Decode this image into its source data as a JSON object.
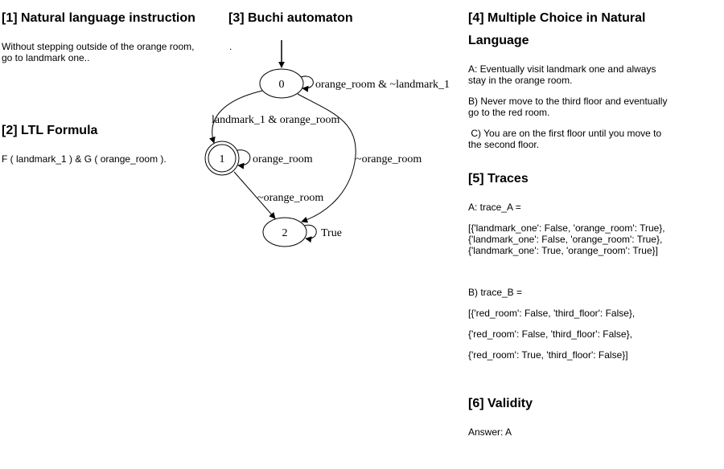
{
  "sections": {
    "instruction": {
      "title": "[1] Natural language instruction",
      "text": "Without stepping outside of the orange room, go to landmark one.."
    },
    "ltl": {
      "title": "[2] LTL Formula",
      "formula": "F ( landmark_1 ) & G ( orange_room )."
    },
    "buchi": {
      "title": "[3] Buchi automaton",
      "dot": ".",
      "states": [
        "0",
        "1",
        "2"
      ],
      "accepting_state": "1",
      "initial_state": "0",
      "transitions": {
        "s0_s0": "orange_room & ~landmark_1",
        "s0_s1": "landmark_1 & orange_room",
        "s1_s1": "orange_room",
        "s1_s2": "~orange_room",
        "s0_s2": "~orange_room",
        "s2_s2": "True"
      }
    },
    "choices": {
      "title_line1": "[4] Multiple Choice in Natural",
      "title_line2": "Language",
      "a": "A: Eventually visit landmark one and always stay in the orange room.",
      "b": "B) Never move to the third floor and eventually go to the red room.",
      "c": " C) You are on the first floor until you move to the second floor."
    },
    "traces": {
      "title": "[5] Traces",
      "a_label": "A: trace_A =",
      "a_line1": "[{'landmark_one': False, 'orange_room': True},",
      "a_line2": "{'landmark_one': False, 'orange_room': True},",
      "a_line3": "{'landmark_one': True, 'orange_room': True}]",
      "b_label": "B) trace_B =",
      "b_line1": "[{'red_room': False, 'third_floor': False},",
      "b_line2": "{'red_room': False, 'third_floor': False},",
      "b_line3": "{'red_room': True, 'third_floor': False}]"
    },
    "validity": {
      "title": "[6] Validity",
      "answer": "Answer: A"
    }
  }
}
